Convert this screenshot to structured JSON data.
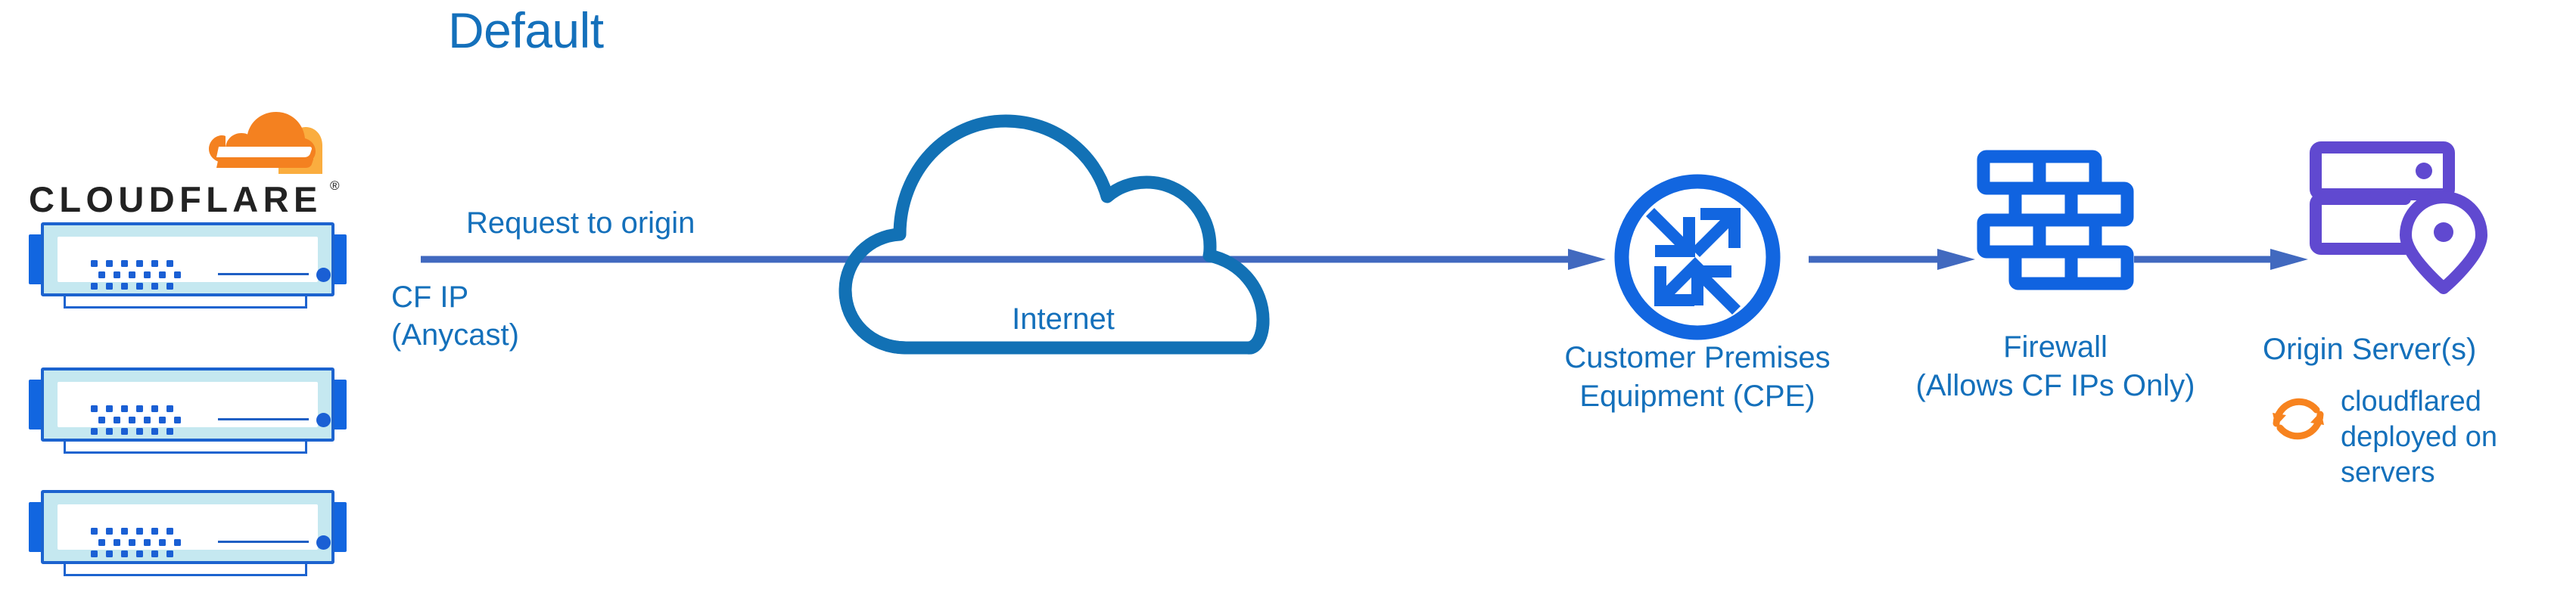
{
  "diagram": {
    "title": "Default",
    "colors": {
      "label_blue": "#1470bb",
      "icon_blue": "#1266e0",
      "arrow_blue": "#4169bf",
      "cloud_outline_blue": "#1271b5",
      "origin_purple": "#6049d0",
      "cloudflare_orange": "#f48120",
      "cloudflare_orange_light": "#faad3f",
      "server_fill": "#c5e8f0"
    }
  },
  "brand": {
    "logo_icon": "cloudflare-cloud-icon",
    "wordmark": "CLOUDFLARE",
    "registered_mark": "®"
  },
  "edge": {
    "servers": [
      {
        "name": "cf-edge-server-1"
      },
      {
        "name": "cf-edge-server-2"
      },
      {
        "name": "cf-edge-server-3"
      }
    ],
    "ip_label": "CF IP\n(Anycast)"
  },
  "flow": {
    "request_label": "Request to origin",
    "arrows": [
      {
        "name": "edge-to-internet-to-cpe-arrow"
      },
      {
        "name": "cpe-to-firewall-arrow"
      },
      {
        "name": "firewall-to-origin-arrow"
      }
    ]
  },
  "nodes": {
    "internet": {
      "label": "Internet",
      "icon": "cloud-outline-icon"
    },
    "cpe": {
      "label": "Customer Premises\nEquipment (CPE)",
      "icon": "router-four-arrows-circle-icon"
    },
    "firewall": {
      "label": "Firewall\n(Allows CF IPs Only)",
      "icon": "brick-wall-icon"
    },
    "origin": {
      "label": "Origin Server(s)",
      "icon": "server-rack-location-pin-icon"
    }
  },
  "annotations": {
    "cloudflared": {
      "icon": "refresh-sync-arrows-icon",
      "text": "cloudflared\ndeployed on\nservers"
    }
  }
}
